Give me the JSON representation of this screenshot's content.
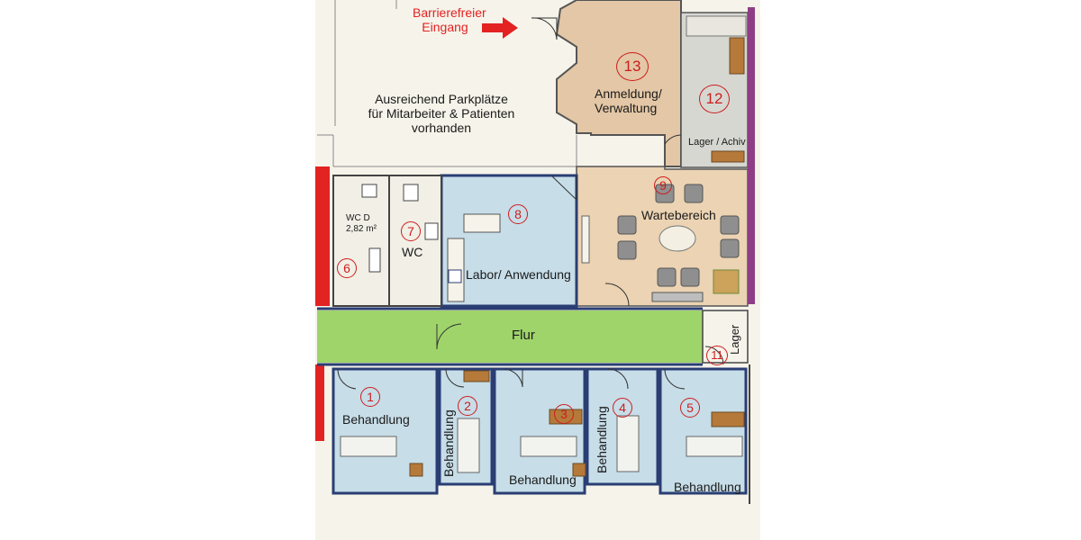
{
  "entrance": {
    "line1": "Barrierefreier",
    "line2": "Eingang"
  },
  "parking": {
    "line1": "Ausreichend Parkplätze",
    "line2": "für Mitarbeiter & Patienten",
    "line3": "vorhanden"
  },
  "rooms": {
    "r13": {
      "number": "13",
      "line1": "Anmeldung/",
      "line2": "Verwaltung"
    },
    "r12": {
      "number": "12",
      "label": "Lager / Achiv"
    },
    "r9": {
      "number": "9",
      "label": "Wartebereich"
    },
    "r8": {
      "number": "8",
      "label": "Labor/ Anwendung"
    },
    "r7": {
      "number": "7",
      "label": "WC"
    },
    "r6": {
      "number": "6"
    },
    "wcd": {
      "line1": "WC D",
      "line2": "2,82 m²"
    },
    "flur": {
      "label": "Flur"
    },
    "r11": {
      "number": "11",
      "label": "Lager"
    },
    "r1": {
      "number": "1",
      "label": "Behandlung"
    },
    "r2": {
      "number": "2",
      "label": "Behandlung"
    },
    "r3": {
      "number": "3",
      "label": "Behandlung"
    },
    "r4": {
      "number": "4",
      "label": "Behandlung"
    },
    "r5": {
      "number": "5",
      "label": "Behandlung"
    }
  },
  "colors": {
    "paper": "#f6f3ea",
    "reception": "#e3c7a6",
    "waiting": "#ebd3b3",
    "treatment": "#c7dde8",
    "storage": "#d7d7d2",
    "wc": "#f1efe6",
    "corridor": "#9fd46a",
    "wall": "#2a3e74",
    "accent_red": "#e32222",
    "facade_purple": "#8e3e86",
    "number_red": "#cc1e1e"
  },
  "icons": [
    "entrance-arrow-icon",
    "door-swing-icon",
    "chair-icon",
    "table-icon",
    "treatment-bed-icon",
    "toilet-icon",
    "sink-icon",
    "shelf-icon"
  ]
}
